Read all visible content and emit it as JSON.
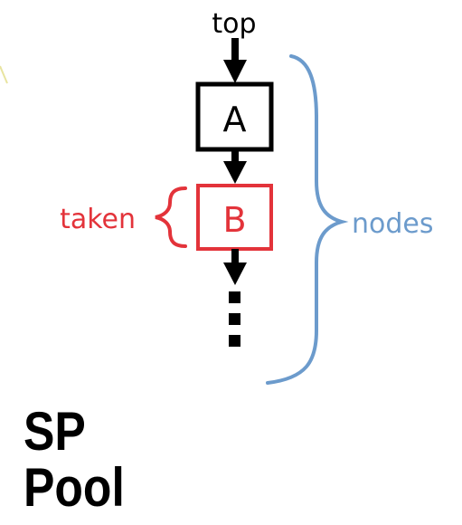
{
  "labels": {
    "top": "top",
    "node_a": "A",
    "node_b": "B",
    "ellipsis": "⋮",
    "taken": "taken",
    "nodes": "nodes"
  },
  "title": {
    "line1": "SP",
    "line2": "Pool"
  },
  "colors": {
    "ink": "#000000",
    "taken": "#e3333a",
    "nodes_brace": "#6c9bcc",
    "corner_mark": "#e8e4a0"
  }
}
